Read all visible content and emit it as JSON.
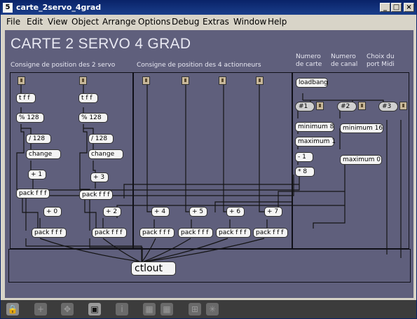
{
  "window": {
    "title": "carte_2servo_4grad",
    "app_icon": "5",
    "minimize_label": "_",
    "maximize_label": "□",
    "close_label": "×"
  },
  "menu": [
    "File",
    "Edit",
    "View",
    "Object",
    "Arrange",
    "Options",
    "Debug",
    "Extras",
    "Window",
    "Help"
  ],
  "patch": {
    "title": "CARTE 2 SERVO 4 GRAD",
    "comments": {
      "servo": "Consigne de position des 2 servo",
      "actuators": "Consigne de position des 4 actionneurs",
      "card_number": "Numero de carte",
      "channel_number": "Numero de canal",
      "midi_port": "Choix du port Midi"
    },
    "servo_objects": {
      "t1": "t f f",
      "t2": "t f f",
      "mod1": "% 128",
      "mod2": "% 128",
      "div1": "/ 128",
      "div2": "/ 128",
      "change1": "change",
      "change2": "change",
      "add1": "+ 1",
      "add3": "+ 3",
      "pack1": "pack f f f",
      "pack2": "pack f f f",
      "add0": "+ 0",
      "add2": "+ 2",
      "pack3": "pack f f f",
      "pack4": "pack f f f"
    },
    "actuator_objects": {
      "add4": "+ 4",
      "add5": "+ 5",
      "add6": "+ 6",
      "add7": "+ 7",
      "pack5": "pack f f f",
      "pack6": "pack f f f",
      "pack7": "pack f f f",
      "pack8": "pack f f f"
    },
    "config_objects": {
      "loadbang": "loadbang",
      "num1": "#1",
      "num2": "#2",
      "num3": "#3",
      "min8": "minimum 8",
      "max1": "maximum 1",
      "minus1": "- 1",
      "times8": "* 8",
      "min16": "minimum 16",
      "max0": "maximum 0"
    },
    "ctlout": "ctlout"
  },
  "toolbar_icons": [
    "lock-icon",
    "add-object-icon",
    "move-icon",
    "presentation-icon",
    "info-icon",
    "grid-left-icon",
    "grid-right-icon",
    "grid-icon",
    "snap-icon"
  ]
}
